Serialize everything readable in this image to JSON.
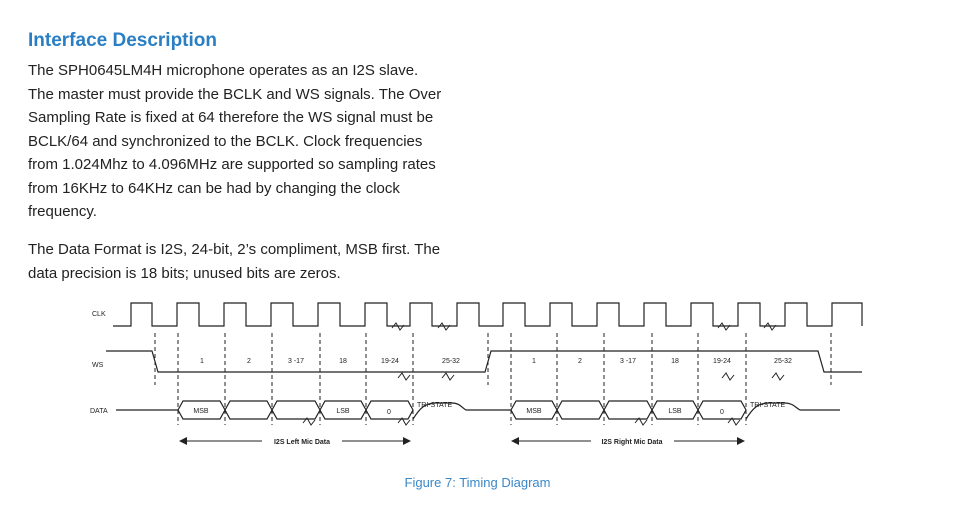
{
  "section": {
    "title": "Interface Description",
    "paragraph1_lines": [
      "The SPH0645LM4H microphone operates as an I2S slave.",
      "The master must provide the BCLK and WS signals. The Over",
      "Sampling Rate is fixed at 64 therefore the WS signal must be",
      "BCLK/64 and synchronized to the BCLK. Clock frequencies",
      "from 1.024Mhz to 4.096MHz are supported so sampling rates",
      "from 16KHz to 64KHz can be had by changing the clock",
      "frequency."
    ],
    "paragraph2_lines": [
      "The Data Format is I2S, 24-bit, 2’s compliment, MSB first. The",
      "data precision is 18 bits; unused bits are zeros."
    ]
  },
  "diagram": {
    "signal_labels": [
      "CLK",
      "WS",
      "DATA"
    ],
    "left_slots": [
      "1",
      "2",
      "3 -17",
      "18",
      "19-24",
      "25-32"
    ],
    "right_slots": [
      "1",
      "2",
      "3 -17",
      "18",
      "19-24",
      "25-32"
    ],
    "data_labels": {
      "msb": "MSB",
      "lsb": "LSB",
      "zero": "0",
      "tristate": "TRI-STATE"
    },
    "left_span_label": "I2S Left Mic Data",
    "right_span_label": "I2S Right Mic Data"
  },
  "figure": {
    "caption": "Figure 7: Timing Diagram"
  }
}
